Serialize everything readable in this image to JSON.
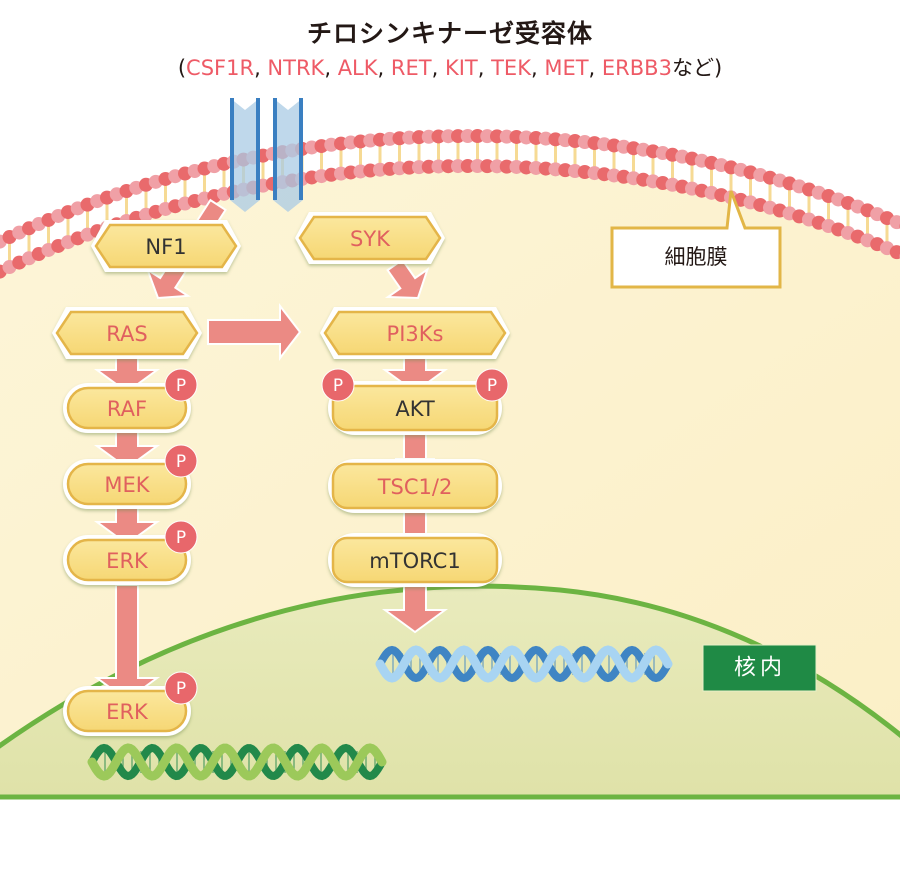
{
  "title": "チロシンキナーゼ受容体",
  "subtitle": {
    "open": "(",
    "genes": [
      "CSF1R",
      "NTRK",
      "ALK",
      "RET",
      "KIT",
      "TEK",
      "MET",
      "ERBB3"
    ],
    "separator": ", ",
    "suffix": "など",
    "close": ")"
  },
  "colors": {
    "gene_text": "#ee5a66",
    "node_fill": "#f8df86",
    "node_border": "#e4b548",
    "node_text_red": "#e0605e",
    "node_text_dark": "#333333",
    "arrow": "#eb8a84",
    "phospho": "#e8676b",
    "cytoplasm": "#fcf3d3",
    "nucleus_fill": "#e4e7b4",
    "nucleus_border": "#6cb442",
    "receptor": "#a9cbe4",
    "receptor_edge": "#3a7fc1",
    "nucleus_tag": "#1f8a45"
  },
  "labels": {
    "membrane": "細胞膜",
    "nucleus": "核内",
    "phospho": "P"
  },
  "nodes": {
    "nf1": {
      "label": "NF1",
      "shape": "hexagon",
      "text_color": "dark"
    },
    "syk": {
      "label": "SYK",
      "shape": "hexagon",
      "text_color": "red"
    },
    "ras": {
      "label": "RAS",
      "shape": "hexagon",
      "text_color": "red"
    },
    "pi3ks": {
      "label": "PI3Ks",
      "shape": "hexagon",
      "text_color": "red"
    },
    "raf": {
      "label": "RAF",
      "shape": "pill",
      "text_color": "red",
      "phospho": 1
    },
    "mek": {
      "label": "MEK",
      "shape": "pill",
      "text_color": "red",
      "phospho": 1
    },
    "erk": {
      "label": "ERK",
      "shape": "pill",
      "text_color": "red",
      "phospho": 1
    },
    "akt": {
      "label": "AKT",
      "shape": "pill",
      "text_color": "dark",
      "phospho": 2
    },
    "tsc12": {
      "label": "TSC1/2",
      "shape": "pill",
      "text_color": "red"
    },
    "mtorc1": {
      "label": "mTORC1",
      "shape": "pill",
      "text_color": "dark"
    },
    "erk_nuclear": {
      "label": "ERK",
      "shape": "pill",
      "text_color": "red",
      "phospho": 1
    }
  },
  "edges": [
    {
      "from": "receptor",
      "to": "nf1",
      "type": "activation"
    },
    {
      "from": "nf1",
      "to": "ras",
      "type": "activation"
    },
    {
      "from": "syk",
      "to": "pi3ks",
      "type": "activation"
    },
    {
      "from": "ras",
      "to": "pi3ks",
      "type": "activation"
    },
    {
      "from": "ras",
      "to": "raf",
      "type": "activation"
    },
    {
      "from": "raf",
      "to": "mek",
      "type": "activation"
    },
    {
      "from": "mek",
      "to": "erk",
      "type": "activation"
    },
    {
      "from": "erk",
      "to": "erk_nuclear",
      "type": "activation"
    },
    {
      "from": "pi3ks",
      "to": "akt",
      "type": "activation"
    },
    {
      "from": "akt",
      "to": "tsc12",
      "type": "inhibition"
    },
    {
      "from": "tsc12",
      "to": "mtorc1",
      "type": "inhibition"
    },
    {
      "from": "mtorc1",
      "to": "dna_blue",
      "type": "activation"
    }
  ]
}
